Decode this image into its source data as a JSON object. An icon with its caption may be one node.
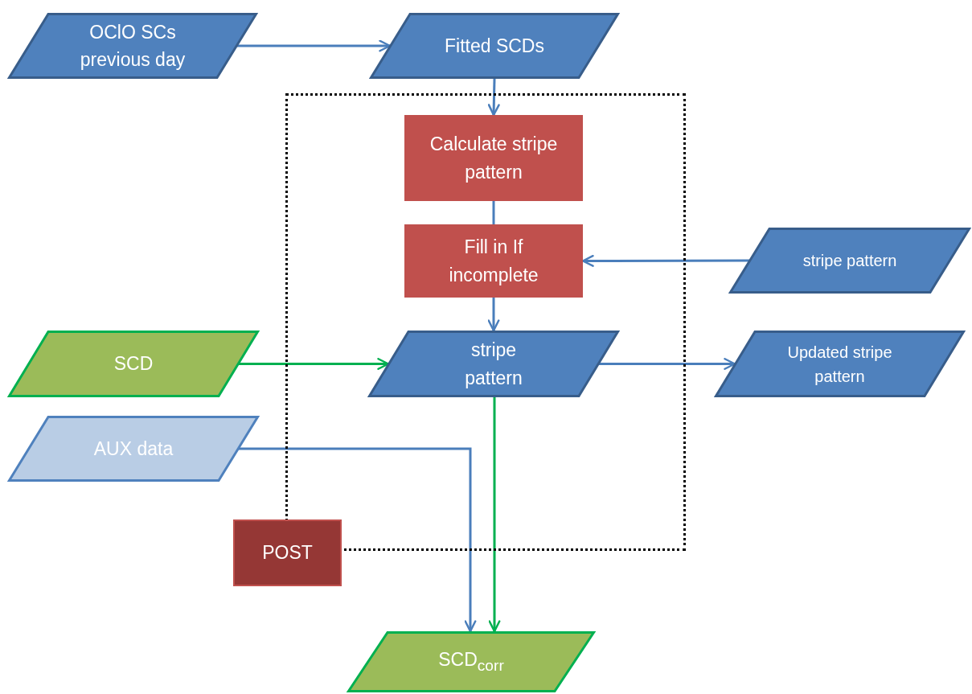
{
  "diagram": {
    "nodes": [
      {
        "text": [
          "OClO SCs previous day"
        ]
      },
      {
        "text": [
          "Fitted SCDs"
        ]
      },
      {
        "text": [
          "POST"
        ]
      },
      {
        "text": [
          "Calculate stripe pattern"
        ],
        "in": 2
      },
      {
        "text": [
          "Fill in If incomplete"
        ],
        "in": 2
      },
      {
        "text": [
          "stripe pattern"
        ]
      },
      {
        "text": [
          "stripe pattern"
        ],
        "in": 2
      },
      {
        "text": [
          "SCD"
        ]
      },
      {
        "text": [
          "Updated stripe pattern"
        ]
      },
      {
        "text": [
          "AUX data"
        ]
      },
      {
        "text": [
          "SCD$_{corr}$"
        ]
      }
    ],
    "edges": [
      {
        "from": 0,
        "to": 1,
        "arrow": "to"
      },
      {
        "from": 1,
        "to": 3,
        "arrow": "to"
      },
      {
        "from": 3,
        "to": 4,
        "arrow": "none"
      },
      {
        "from": 5,
        "to": 4,
        "arrow": "to"
      },
      {
        "from": 4,
        "to": 6,
        "arrow": "to"
      },
      {
        "from": 7,
        "to": 6,
        "arrow": "to",
        "color": "#00b050"
      },
      {
        "from": 6,
        "to": 8,
        "arrow": "to"
      },
      {
        "from": 9,
        "to": 10,
        "arrow": "to"
      },
      {
        "from": 6,
        "to": 10,
        "arrow": "to",
        "color": "#00b050"
      }
    ]
  }
}
